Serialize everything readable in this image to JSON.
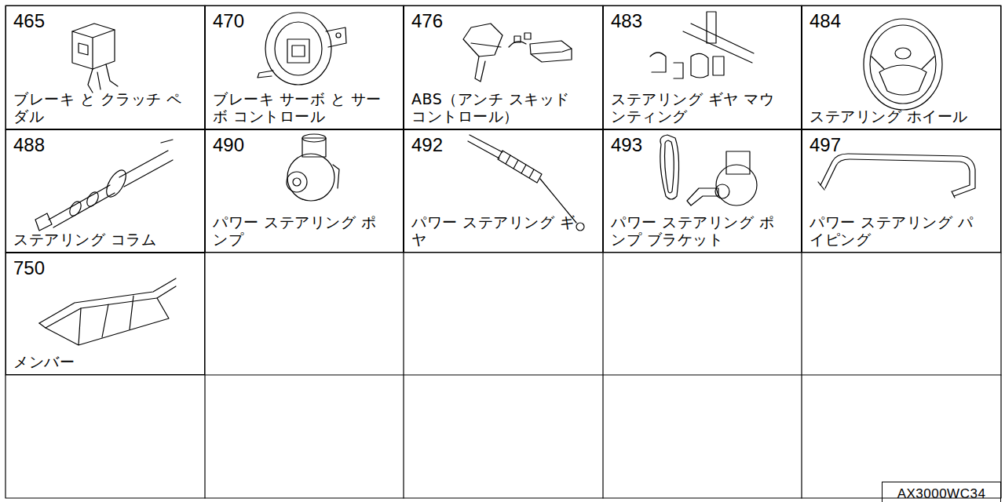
{
  "diagram": {
    "nodes": [
      {
        "text": [
          "465",
          "ブレーキ と クラッチ ペダル"
        ]
      },
      {
        "text": [
          "470",
          "ブレーキ サーボ と サーボ コントロール"
        ]
      },
      {
        "text": [
          "476",
          "ABS（アンチ スキッド コントロール）"
        ]
      },
      {
        "text": [
          "483",
          "ステアリング ギヤ マウンティング"
        ]
      },
      {
        "text": [
          "484",
          "ステアリング ホイール"
        ]
      },
      {
        "text": [
          "488",
          "ステアリング コラム"
        ]
      },
      {
        "text": [
          "490",
          "パワー ステアリング ポンプ"
        ]
      },
      {
        "text": [
          "492",
          "パワー ステアリング ギヤ"
        ]
      },
      {
        "text": [
          "493",
          "パワー ステアリング ポンプ ブラケット"
        ]
      },
      {
        "text": [
          "497",
          "パワー ステアリング パイピング"
        ]
      },
      {
        "text": [
          "750",
          "メンバー"
        ]
      },
      {
        "text": [
          "AX3000WC34"
        ]
      }
    ]
  }
}
